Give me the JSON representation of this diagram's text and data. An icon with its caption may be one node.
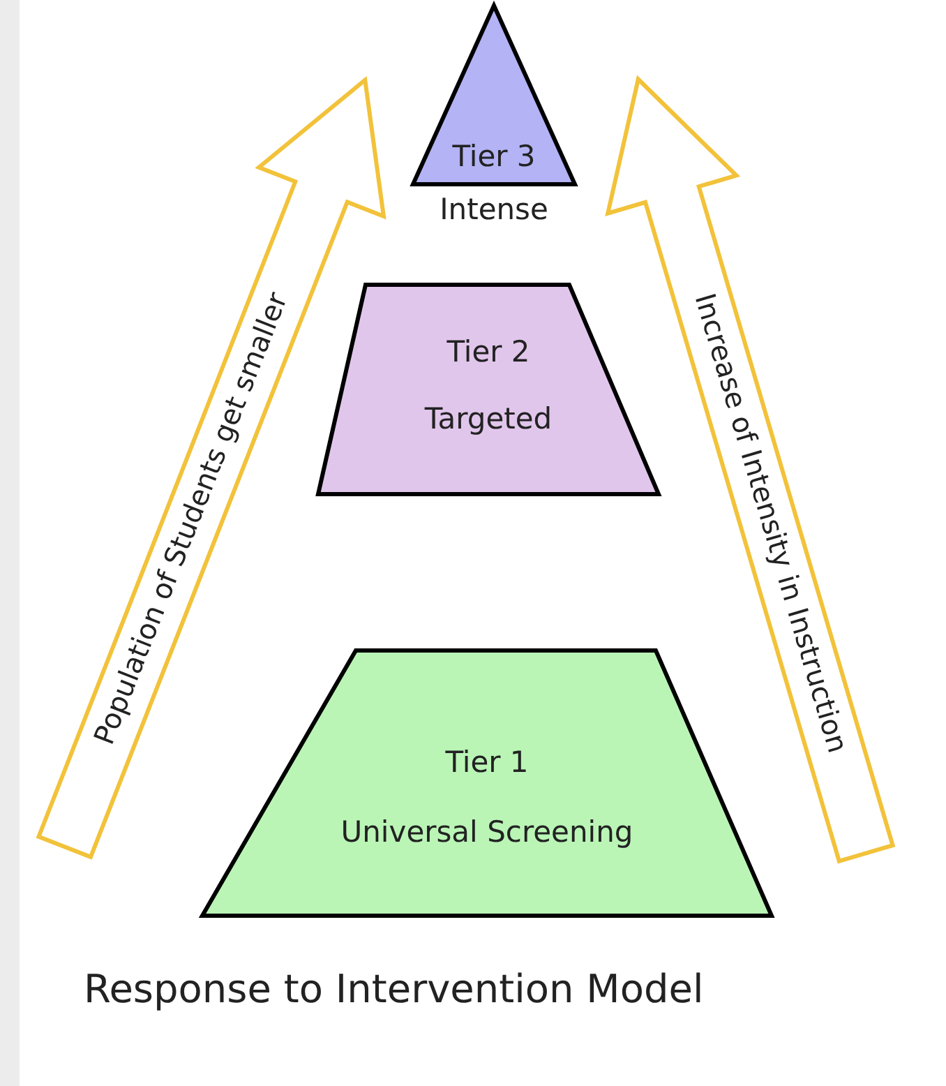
{
  "diagram": {
    "caption": "Response to Intervention Model",
    "nodes": [
      {
        "text": [
          "Tier 3"
        ],
        "beside": [
          "Intense"
        ]
      },
      {
        "text": [
          "Population of Students get smaller"
        ]
      },
      {
        "text": [
          "Increase of Intensity in Instruction"
        ]
      },
      {
        "text": [
          "Tier 2",
          "Targeted"
        ]
      },
      {
        "text": [
          "Tier 1",
          "Universal Screening"
        ]
      }
    ]
  }
}
